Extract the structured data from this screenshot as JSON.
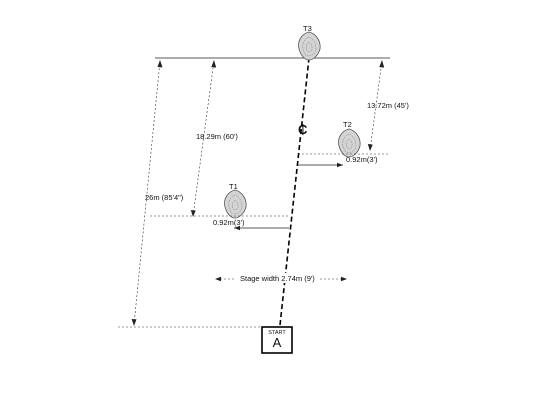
{
  "targets": {
    "t1": "T1",
    "t2": "T2",
    "t3": "T3"
  },
  "centerline_symbol": "₵",
  "dimensions": {
    "total_depth": "26m (85'4\")",
    "t3_depth": "18.29m (60')",
    "t2_to_t3": "13.72m (45')",
    "t1_offset": "0.92m(3')",
    "t2_offset": "0.92m(3')",
    "stage_width": "Stage width 2.74m (9')"
  },
  "start_box": {
    "label": "START",
    "letter": "A"
  }
}
